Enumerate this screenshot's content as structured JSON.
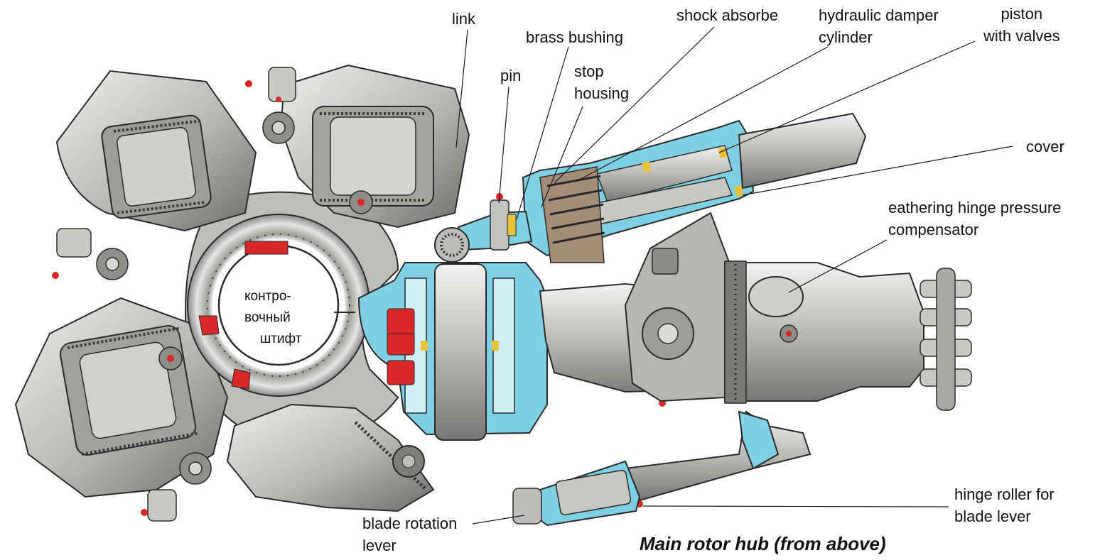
{
  "caption": "Main rotor hub (from above)",
  "labels": {
    "link": "link",
    "brass_bushing": "brass bushing",
    "pin": "pin",
    "stop_housing_1": "stop",
    "stop_housing_2": "housing",
    "shock_absorber": "shock absorbe",
    "hydraulic_damper_1": "hydraulic damper",
    "hydraulic_damper_2": "cylinder",
    "piston_1": "piston",
    "piston_2": "with valves",
    "cover": "cover",
    "feathering_1": "eathering hinge pressure",
    "feathering_2": "compensator",
    "hinge_roller_1": "hinge roller for",
    "hinge_roller_2": "blade lever",
    "blade_rotation_1": "blade rotation",
    "blade_rotation_2": "lever",
    "control_pin_1": "контро-",
    "control_pin_2": "вочный",
    "control_pin_3": "штифт"
  },
  "colors": {
    "steel_light": "#d9d9d6",
    "steel_mid": "#a9a9a6",
    "steel_dark": "#5e5e5c",
    "outline": "#2a2a2a",
    "section_cyan": "#7fd0e0",
    "accent_red": "#d8282a",
    "accent_yellow": "#e8c23a",
    "background": "#ffffff"
  }
}
